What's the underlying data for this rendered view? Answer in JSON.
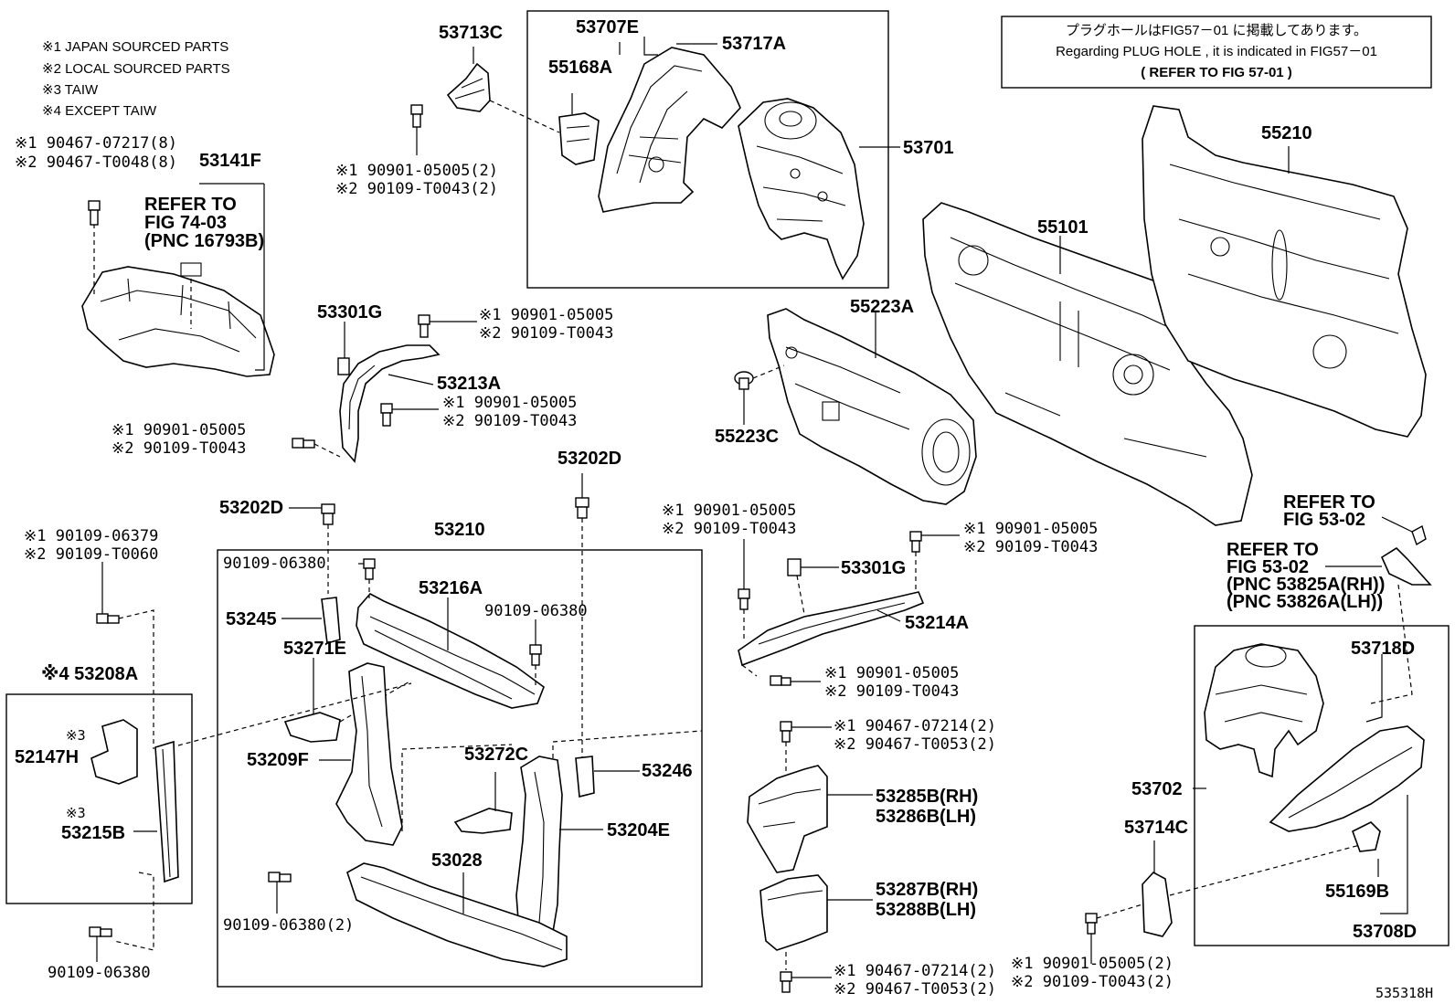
{
  "legend": [
    "※1 JAPAN SOURCED PARTS",
    "※2 LOCAL SOURCED PARTS",
    "※3 TAIW",
    "※4 EXCEPT TAIW"
  ],
  "note": {
    "jp": "プラグホールはFIG57－01 に掲載してあります。",
    "en": "Regarding PLUG HOLE , it is indicated in FIG57－01",
    "ref": "(  REFER TO FIG 57-01  )"
  },
  "parts": {
    "p53713C": "53713C",
    "p53707E": "53707E",
    "p53717A": "53717A",
    "p55168A": "55168A",
    "p53701": "53701",
    "p53141F": "53141F",
    "p55210": "55210",
    "p55101": "55101",
    "p55223A": "55223A",
    "p55223C": "55223C",
    "p53301G_a": "53301G",
    "p53213A": "53213A",
    "p53202D_a": "53202D",
    "p53202D_b": "53202D",
    "p53210": "53210",
    "p53216A": "53216A",
    "p53245": "53245",
    "p53271E": "53271E",
    "p53209F": "53209F",
    "p53272C": "53272C",
    "p53246": "53246",
    "p53204E": "53204E",
    "p53028": "53028",
    "p53301G_b": "53301G",
    "p53214A": "53214A",
    "p53208A": "※4 53208A",
    "p52147H_mark": "※3",
    "p52147H": "52147H",
    "p53215B_mark": "※3",
    "p53215B": "53215B",
    "p53285B": "53285B(RH)",
    "p53286B": "53286B(LH)",
    "p53287B": "53287B(RH)",
    "p53288B": "53288B(LH)",
    "p53718D": "53718D",
    "p53702": "53702",
    "p53714C": "53714C",
    "p55169B": "55169B",
    "p53708D": "53708D",
    "figure_id": "535318H"
  },
  "fasteners": {
    "f1a": "※1 90467-07217(8)",
    "f1b": "※2 90467-T0048(8)",
    "f2a": "※1 90901-05005(2)",
    "f2b": "※2 90109-T0043(2)",
    "f3a": "※1 90901-05005",
    "f3b": "※2 90109-T0043",
    "f4a": "※1 90901-05005",
    "f4b": "※2 90109-T0043",
    "f5a": "※1 90901-05005",
    "f5b": "※2 90109-T0043",
    "f6a": "※1 90109-06379",
    "f6b": "※2 90109-T0060",
    "f7": "90109-06380",
    "f8": "90109-06380",
    "f9": "90109-06380(2)",
    "f10": "90109-06380",
    "f11a": "※1 90901-05005",
    "f11b": "※2 90109-T0043",
    "f12a": "※1 90901-05005",
    "f12b": "※2 90109-T0043",
    "f13a": "※1 90901-05005",
    "f13b": "※2 90109-T0043",
    "f14a": "※1 90467-07214(2)",
    "f14b": "※2 90467-T0053(2)",
    "f15a": "※1 90467-07214(2)",
    "f15b": "※2 90467-T0053(2)",
    "f16a": "※1 90901-05005(2)",
    "f16b": "※2 90109-T0043(2)"
  },
  "refs": {
    "r1a": "REFER TO",
    "r1b": "FIG 74-03",
    "r1c": "(PNC 16793B)",
    "r2a": "REFER TO",
    "r2b": "FIG 53-02",
    "r3a": "REFER TO",
    "r3b": "FIG 53-02",
    "r3c": "(PNC 53825A(RH))",
    "r3d": "(PNC 53826A(LH))"
  }
}
